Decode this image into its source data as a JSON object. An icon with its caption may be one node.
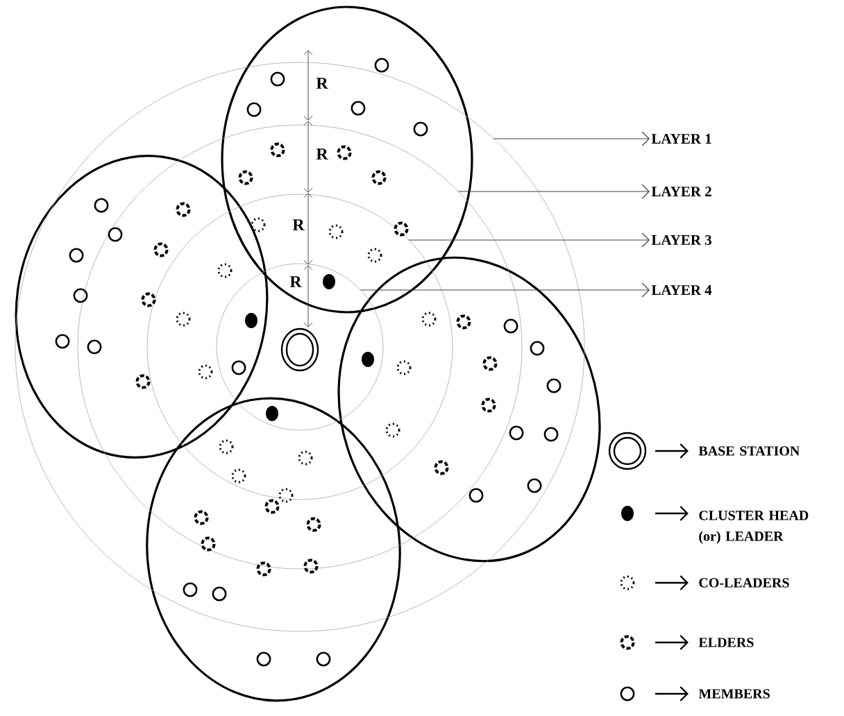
{
  "diagram": {
    "nodes": [
      {
        "text": [
          "LAYER 1"
        ]
      },
      {
        "text": [
          "LAYER 2"
        ]
      },
      {
        "text": [
          "LAYER 3"
        ]
      },
      {
        "text": [
          "LAYER 4"
        ]
      }
    ],
    "edges": [
      {
        "from": null,
        "to": 0,
        "arrow": "to"
      },
      {
        "from": null,
        "to": 1,
        "arrow": "to"
      },
      {
        "from": null,
        "to": 2,
        "arrow": "to"
      },
      {
        "from": null,
        "to": 3,
        "arrow": "to"
      }
    ],
    "labels": [
      "R",
      "R",
      "R",
      "R"
    ],
    "legend": [
      {
        "text": "BASE STATION"
      },
      {
        "text": "CLUSTER HEAD (or) LEADER"
      },
      {
        "text": "CO-LEADERS"
      },
      {
        "text": "ELDERS"
      },
      {
        "text": "MEMBERS"
      }
    ]
  }
}
